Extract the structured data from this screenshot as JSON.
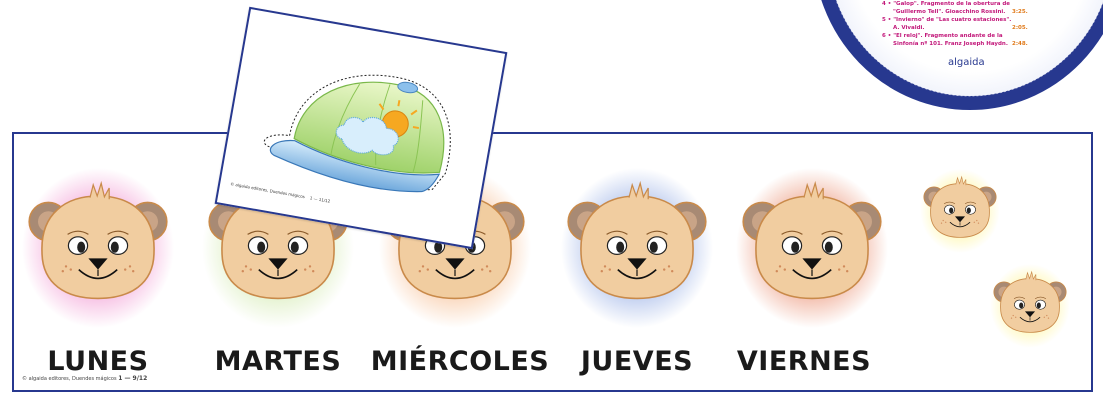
{
  "days": [
    {
      "label": "LUNES",
      "glow": "#f08fce"
    },
    {
      "label": "MARTES",
      "glow": "#cfe8a9"
    },
    {
      "label": "MIÉRCOLES",
      "glow": "#f6b98a"
    },
    {
      "label": "JUEVES",
      "glow": "#8fa8e3"
    },
    {
      "label": "VIERNES",
      "glow": "#e9896a"
    }
  ],
  "small_bears": [
    {
      "name": "small-bear-1",
      "glow": "#fff59a"
    },
    {
      "name": "small-bear-2",
      "glow": "#fff59a"
    }
  ],
  "board": {
    "credit_brand": "© algaida editores,",
    "credit_series": "Duendes mágicos",
    "page_ref": "1 — 9/12"
  },
  "card": {
    "credit": "© algaida editores, Duendes mágicos",
    "page_ref": "1 — 11/12"
  },
  "disc": {
    "tracks": [
      {
        "num": "4 •",
        "title": "\"Galop\". Fragmento de la obertura de",
        "line2": "\"Guillermo Tell\". Gioacchino Rossini.",
        "time": "3:25."
      },
      {
        "num": "5 •",
        "title": "\"Invierno\" de \"Las cuatro estaciones\".",
        "line2": "A. Vivaldi.",
        "time": "2:05."
      },
      {
        "num": "6 •",
        "title": "\"El reloj\". Fragmento andante de la",
        "line2": "Sinfonía nº 101. Franz Joseph Haydn.",
        "time": "2:48."
      }
    ],
    "brand": "algaida"
  },
  "colors": {
    "border": "#27388f",
    "bear_fur": "#f1cda0",
    "bear_outline": "#c98a4a",
    "ear_inner": "#a88a74"
  }
}
